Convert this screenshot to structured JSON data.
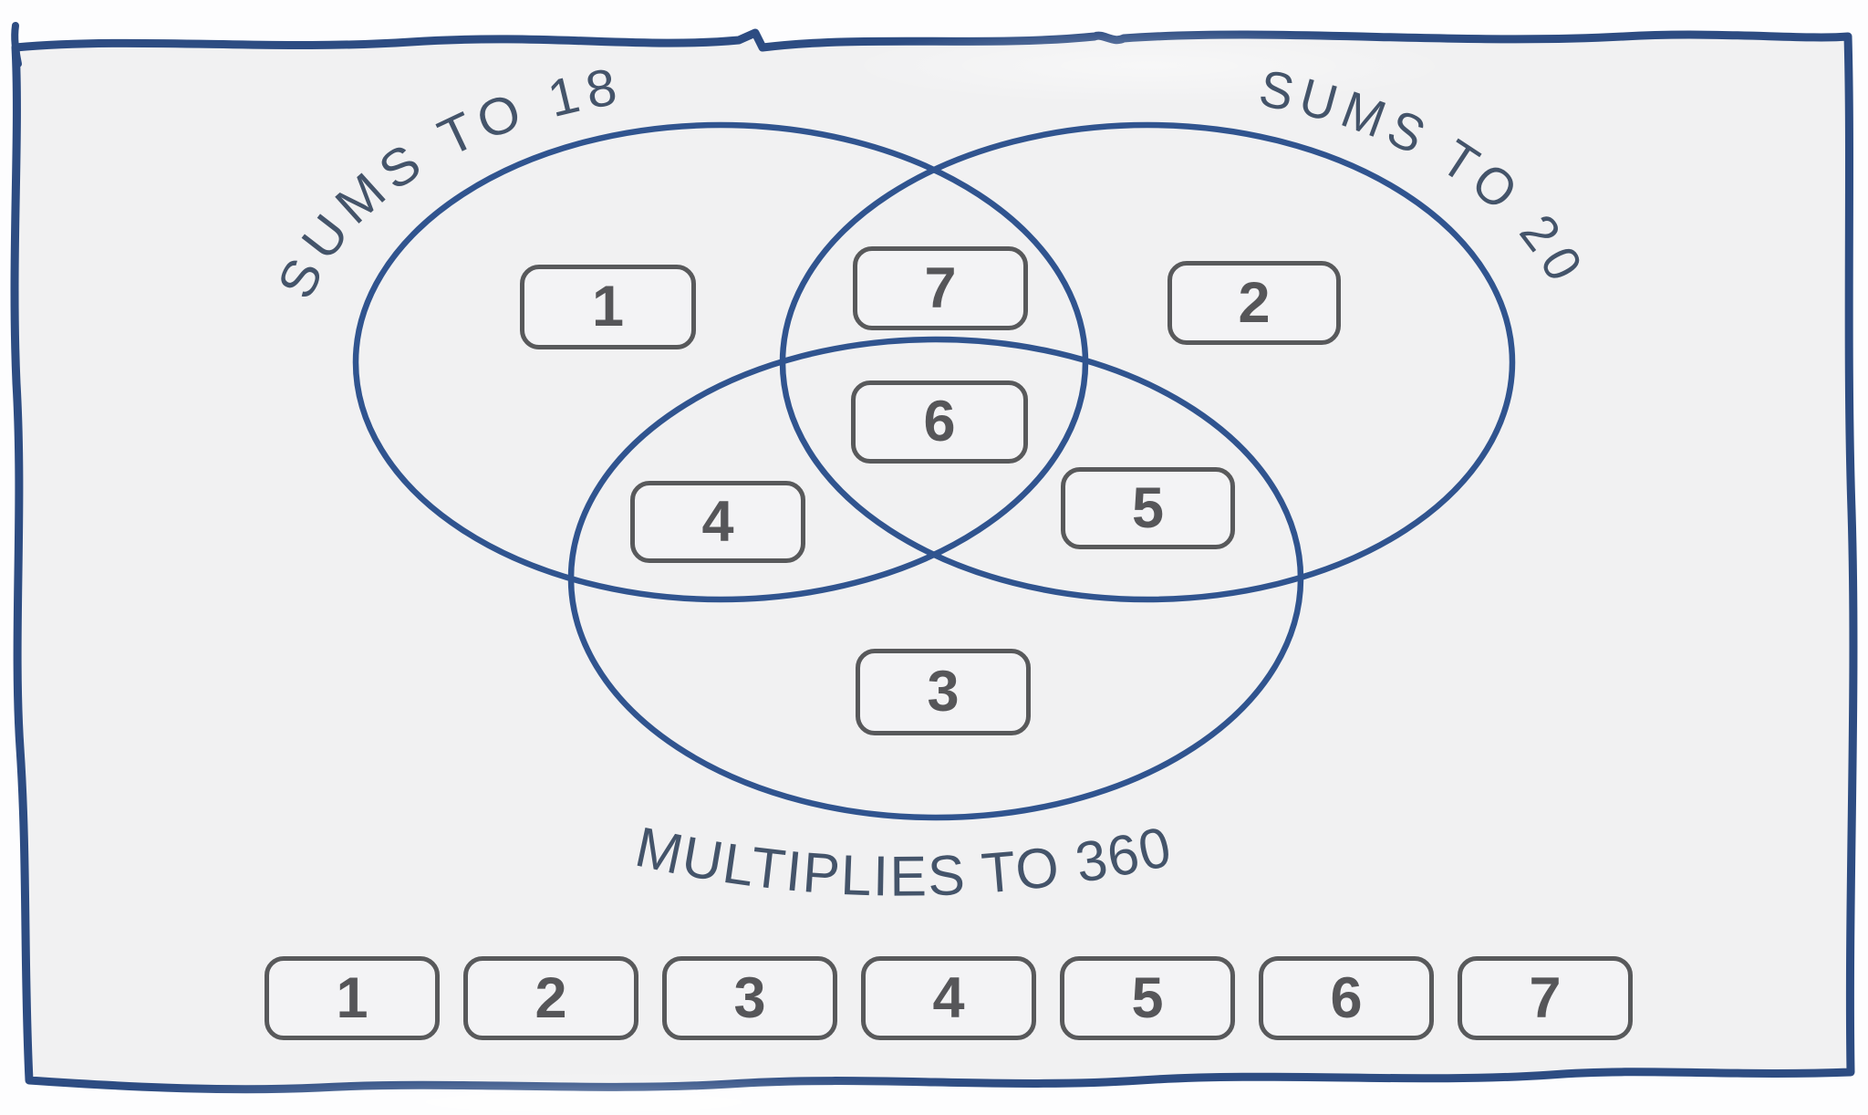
{
  "diagram": {
    "sets": [
      {
        "label": "SUMS TO 18"
      },
      {
        "label": "SUMS TO 20"
      },
      {
        "label": "MULTIPLIES TO 360"
      }
    ],
    "placed_tiles": [
      {
        "value": "1",
        "region": "sums-to-18-only"
      },
      {
        "value": "7",
        "region": "sums-to-18-and-sums-to-20"
      },
      {
        "value": "2",
        "region": "sums-to-20-only"
      },
      {
        "value": "6",
        "region": "all-three-sets"
      },
      {
        "value": "4",
        "region": "sums-to-18-and-multiplies-to-360"
      },
      {
        "value": "5",
        "region": "sums-to-20-and-multiplies-to-360"
      },
      {
        "value": "3",
        "region": "multiplies-to-360-only"
      }
    ],
    "tray_tiles": [
      "1",
      "2",
      "3",
      "4",
      "5",
      "6",
      "7"
    ],
    "colors": {
      "frame_ink": "#2d4c82",
      "ellipse_ink": "#30548f",
      "label_ink": "#44546a",
      "tile_border": "#58595b",
      "tile_ink": "#565659",
      "paper": "#f1f1f2"
    }
  }
}
